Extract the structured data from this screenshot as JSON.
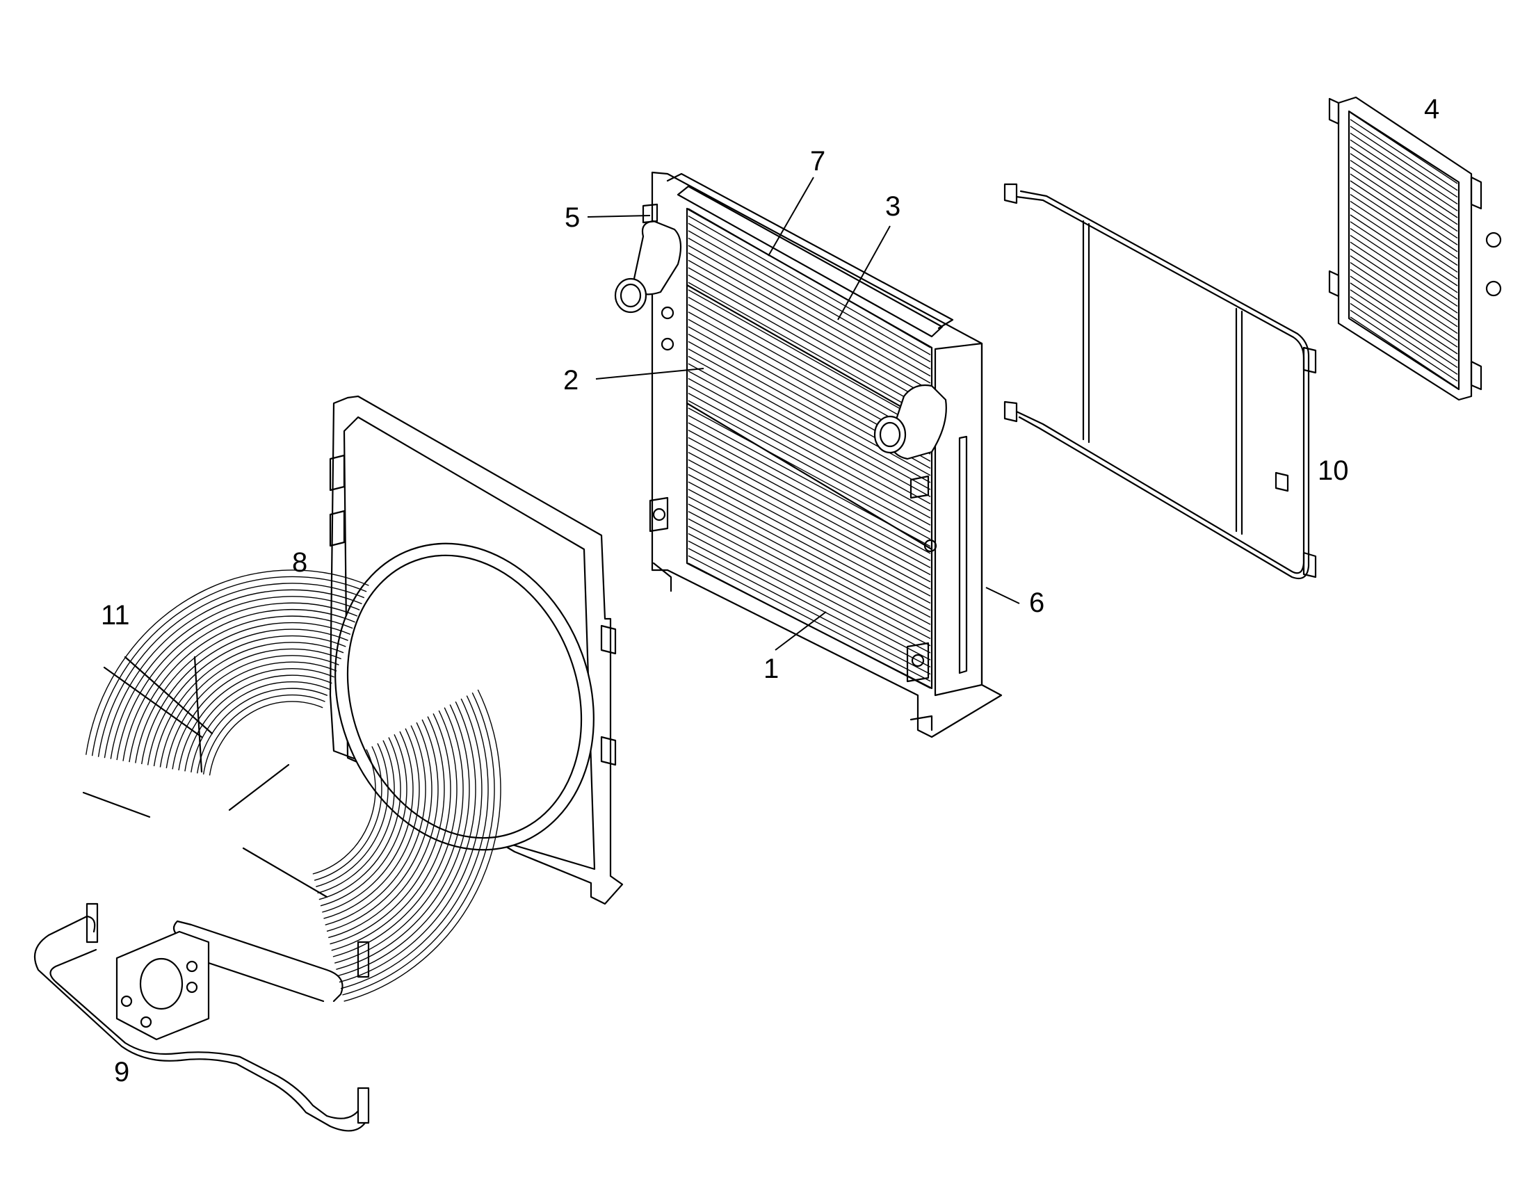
{
  "diagram": {
    "callouts": [
      {
        "id": "c1",
        "text": "1"
      },
      {
        "id": "c2",
        "text": "2"
      },
      {
        "id": "c3",
        "text": "3"
      },
      {
        "id": "c4",
        "text": "4"
      },
      {
        "id": "c5",
        "text": "5"
      },
      {
        "id": "c6",
        "text": "6"
      },
      {
        "id": "c7",
        "text": "7"
      },
      {
        "id": "c8",
        "text": "8"
      },
      {
        "id": "c9",
        "text": "9"
      },
      {
        "id": "c10",
        "text": "10"
      },
      {
        "id": "c11",
        "text": "11"
      }
    ],
    "line_color": "#000000",
    "background": "#ffffff"
  }
}
